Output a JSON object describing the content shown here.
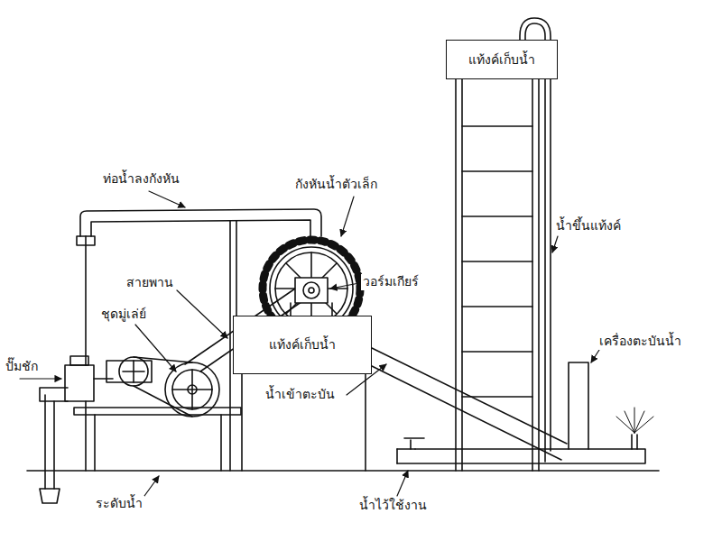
{
  "diagram": {
    "nodes": [
      {
        "text": [
          "แท้งค์เก็บน้ำ"
        ]
      },
      {
        "text": [
          "แท้งค์เก็บน้ำ"
        ]
      }
    ],
    "labels": [
      "ท่อน้ำลงกังหัน",
      "กังหันน้ำตัวเล็ก",
      "วอร์มเกียร์",
      "สายพาน",
      "ชุดมู่เล่ย์",
      "ปั๊มชัก",
      "น้ำขึ้นแท้งค์",
      "เครื่องตะบันน้ำ",
      "น้ำเข้าตะบัน",
      "ระดับน้ำ",
      "น้ำไว้ใช้งาน"
    ]
  }
}
